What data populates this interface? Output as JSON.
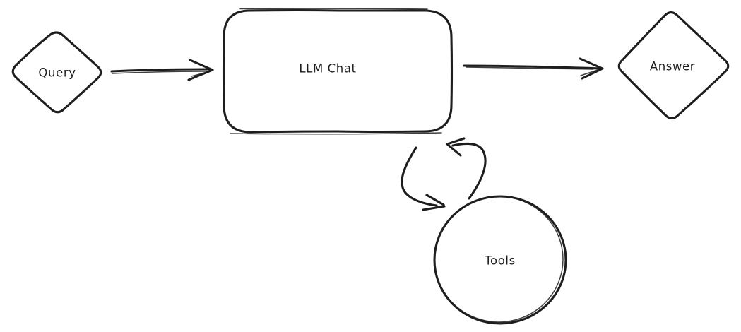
{
  "diagram": {
    "background_color": "#ffffff",
    "stroke_color": "#1e1e1e",
    "style": "hand-drawn",
    "nodes": {
      "query": {
        "label": "Query",
        "shape": "diamond"
      },
      "llm_chat": {
        "label": "LLM Chat",
        "shape": "rounded-rectangle"
      },
      "answer": {
        "label": "Answer",
        "shape": "diamond"
      },
      "tools": {
        "label": "Tools",
        "shape": "circle"
      }
    },
    "edges": [
      {
        "id": "query-to-llm-chat",
        "from": "query",
        "to": "llm_chat",
        "style": "straight-arrow"
      },
      {
        "id": "llm-chat-to-answer",
        "from": "llm_chat",
        "to": "answer",
        "style": "straight-arrow"
      },
      {
        "id": "llm-chat-to-tools",
        "from": "llm_chat",
        "to": "tools",
        "style": "curved-arrow"
      },
      {
        "id": "tools-to-llm-chat",
        "from": "tools",
        "to": "llm_chat",
        "style": "curved-arrow"
      }
    ]
  }
}
